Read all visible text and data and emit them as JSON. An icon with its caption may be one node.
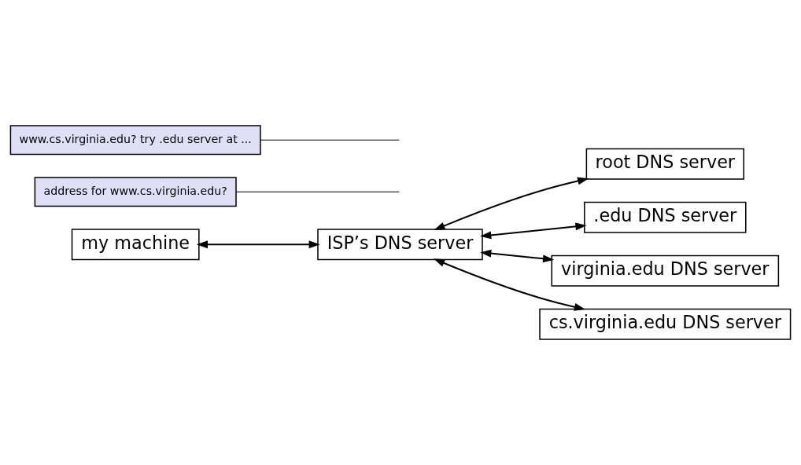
{
  "diagram": {
    "nodes": [
      {
        "text": [
          "my machine"
        ]
      },
      {
        "text": [
          "ISP’s DNS server"
        ]
      },
      {
        "text": [
          "root DNS server"
        ]
      },
      {
        "text": [
          ".edu DNS server"
        ]
      },
      {
        "text": [
          "virginia.edu DNS server"
        ]
      },
      {
        "text": [
          "cs.virginia.edu DNS server"
        ]
      },
      {
        "text": [
          "address for www.cs.virginia.edu?"
        ]
      },
      {
        "text": [
          "www.cs.virginia.edu? try .edu server at ..."
        ]
      }
    ],
    "edges": [
      {
        "from": 0,
        "to": 1,
        "arrow": "both"
      },
      {
        "from": 1,
        "to": 2,
        "arrow": "both"
      },
      {
        "from": 1,
        "to": 3,
        "arrow": "both"
      },
      {
        "from": 1,
        "to": 4,
        "arrow": "both"
      },
      {
        "from": 1,
        "to": 5,
        "arrow": "both"
      },
      {
        "from": 6,
        "to": null,
        "arrow": "none"
      },
      {
        "from": 7,
        "to": null,
        "arrow": "none"
      }
    ]
  }
}
